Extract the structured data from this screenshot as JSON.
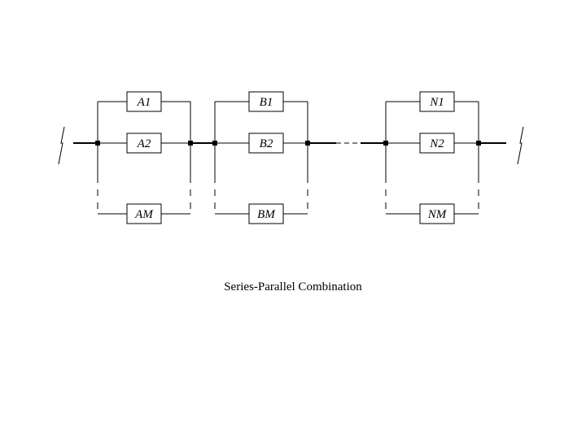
{
  "diagram": {
    "caption": "Series-Parallel Combination",
    "groups": [
      {
        "labels": [
          "A1",
          "A2",
          "AM"
        ]
      },
      {
        "labels": [
          "B1",
          "B2",
          "BM"
        ]
      },
      {
        "labels": [
          "N1",
          "N2",
          "NM"
        ]
      }
    ],
    "line_color": "#000000",
    "background": "#ffffff"
  }
}
